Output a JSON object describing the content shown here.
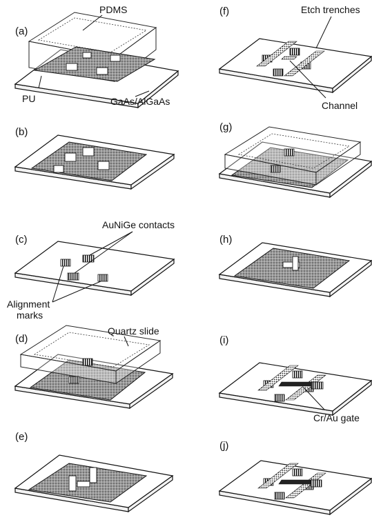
{
  "panels": {
    "a": "(a)",
    "b": "(b)",
    "c": "(c)",
    "d": "(d)",
    "e": "(e)",
    "f": "(f)",
    "g": "(g)",
    "h": "(h)",
    "i": "(i)",
    "j": "(j)"
  },
  "annotations": {
    "pdms": "PDMS",
    "pu": "PU",
    "substrate": "GaAs/AlGaAs",
    "contacts": "AuNiGe contacts",
    "alignment_line1": "Alignment",
    "alignment_line2": "marks",
    "quartz": "Quartz slide",
    "etch": "Etch trenches",
    "channel": "Channel",
    "gate": "Cr/Au gate"
  }
}
